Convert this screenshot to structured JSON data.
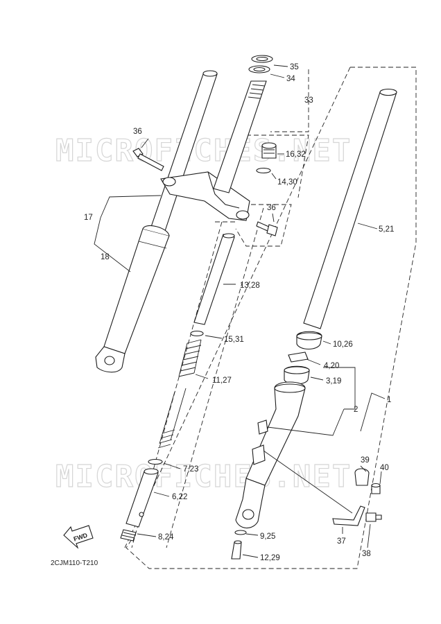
{
  "diagram": {
    "code": "2CJM110-T210",
    "watermark": "MICROFICHES.NET",
    "fwd_label": "FWD",
    "labels": {
      "p1": "1",
      "p2": "2",
      "p3_19": "3,19",
      "p4_20": "4,20",
      "p5_21": "5,21",
      "p6_22": "6,22",
      "p7_23": "7,23",
      "p8_24": "8,24",
      "p9_25": "9,25",
      "p10_26": "10,26",
      "p11_27": "11,27",
      "p12_29": "12,29",
      "p13_28": "13,28",
      "p14_30": "14,30",
      "p15_31": "15,31",
      "p16_32": "16,32",
      "p17": "17",
      "p18": "18",
      "p33": "33",
      "p34": "34",
      "p35": "35",
      "p36a": "36",
      "p36b": "36",
      "p37": "37",
      "p38": "38",
      "p39": "39",
      "p40": "40"
    }
  }
}
